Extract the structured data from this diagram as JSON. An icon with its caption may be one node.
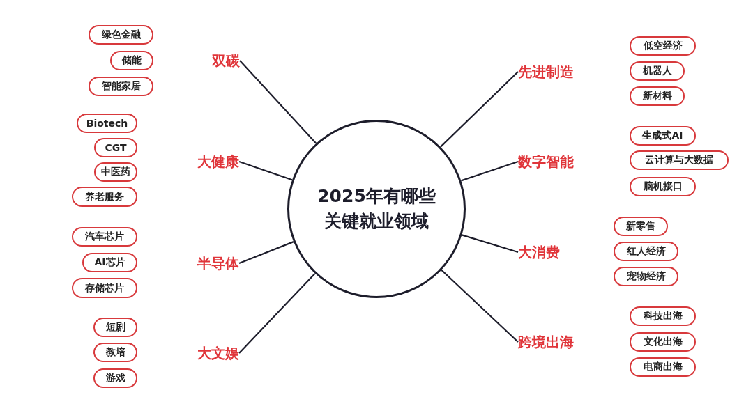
{
  "diagram": {
    "nodes": [
      {
        "text": [
          "2025年有哪些关键就业领域"
        ]
      },
      {
        "text": [
          "双碳"
        ]
      },
      {
        "text": [
          "绿色金融"
        ]
      },
      {
        "text": [
          "储能"
        ]
      },
      {
        "text": [
          "智能家居"
        ]
      },
      {
        "text": [
          "大健康"
        ]
      },
      {
        "text": [
          "Biotech"
        ]
      },
      {
        "text": [
          "CGT"
        ]
      },
      {
        "text": [
          "中医药"
        ]
      },
      {
        "text": [
          "养老服务"
        ]
      },
      {
        "text": [
          "半导体"
        ]
      },
      {
        "text": [
          "汽车芯片"
        ]
      },
      {
        "text": [
          "AI芯片"
        ]
      },
      {
        "text": [
          "存储芯片"
        ]
      },
      {
        "text": [
          "大文娱"
        ]
      },
      {
        "text": [
          "短剧"
        ]
      },
      {
        "text": [
          "教培"
        ]
      },
      {
        "text": [
          "游戏"
        ]
      },
      {
        "text": [
          "先进制造"
        ]
      },
      {
        "text": [
          "低空经济"
        ]
      },
      {
        "text": [
          "机器人"
        ]
      },
      {
        "text": [
          "新材料"
        ]
      },
      {
        "text": [
          "数字智能"
        ]
      },
      {
        "text": [
          "生成式AI"
        ]
      },
      {
        "text": [
          "云计算与大数据"
        ]
      },
      {
        "text": [
          "脑机接口"
        ]
      },
      {
        "text": [
          "大消费"
        ]
      },
      {
        "text": [
          "新零售"
        ]
      },
      {
        "text": [
          "红人经济"
        ]
      },
      {
        "text": [
          "宠物经济"
        ]
      },
      {
        "text": [
          "跨境出海"
        ]
      },
      {
        "text": [
          "科技出海"
        ]
      },
      {
        "text": [
          "文化出海"
        ]
      },
      {
        "text": [
          "电商出海"
        ]
      }
    ],
    "edges": [
      {
        "from": 0,
        "to": 1,
        "arrow": "none"
      },
      {
        "from": 0,
        "to": 5,
        "arrow": "none"
      },
      {
        "from": 0,
        "to": 10,
        "arrow": "none"
      },
      {
        "from": 0,
        "to": 14,
        "arrow": "none"
      },
      {
        "from": 0,
        "to": 18,
        "arrow": "none"
      },
      {
        "from": 0,
        "to": 22,
        "arrow": "none"
      },
      {
        "from": 0,
        "to": 26,
        "arrow": "none"
      },
      {
        "from": 0,
        "to": 30,
        "arrow": "none"
      }
    ]
  }
}
